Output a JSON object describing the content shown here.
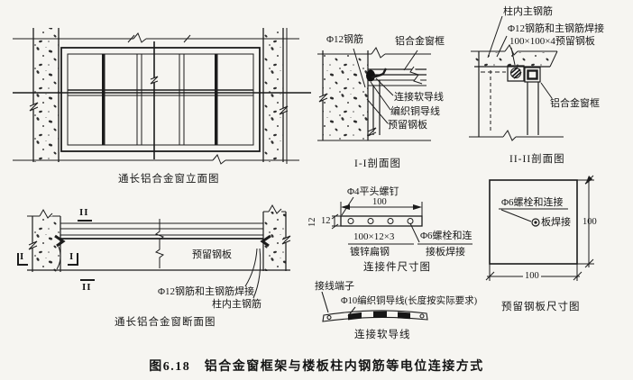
{
  "figure": {
    "caption": "图6.18　铝合金窗框架与楼板柱内钢筋等电位连接方式"
  },
  "elevation": {
    "caption": "通长铝合金窗立面图"
  },
  "section_view": {
    "mark_top": "II",
    "mark_bottom": "II",
    "mark_left": "I",
    "mark_right": "I",
    "label_plate": "预留钢板",
    "label_weld": "Φ12钢筋和主钢筋焊接",
    "label_main_rebar": "柱内主钢筋",
    "caption": "通长铝合金窗断面图"
  },
  "section_I": {
    "label_rebar": "Φ12钢筋",
    "label_frame": "铝合金窗框",
    "label_flex_wire": "连接软导线",
    "label_braided_wire": "编织铜导线",
    "label_plate": "预留钢板",
    "caption": "I-I剖面图"
  },
  "section_II": {
    "label_main_rebar": "柱内主钢筋",
    "label_weld": "Φ12钢筋和主钢筋焊接",
    "label_plate": "100×100×4预留钢板",
    "label_frame": "铝合金窗框",
    "caption": "II-II剖面图"
  },
  "connector": {
    "label_screw": "Φ4平头螺钉",
    "dim_length": "100",
    "dim_thickness_rotated": "12",
    "dim_height": "12",
    "label_size": "100×12×3",
    "label_material": "镀锌扁钢",
    "label_bolt_line1": "Φ6螺栓和连",
    "label_bolt_line2": "接板焊接",
    "caption": "连接件尺寸图"
  },
  "wire": {
    "label_terminal": "接线端子",
    "label_braided": "Φ10编织铜导线(长度按实际要求)",
    "caption": "连接软导线"
  },
  "plate": {
    "label_bolt_line1": "Φ6螺栓和连接",
    "label_bolt_line2": "板焊接",
    "dim_height": "100",
    "dim_width": "100",
    "caption": "预留钢板尺寸图"
  }
}
